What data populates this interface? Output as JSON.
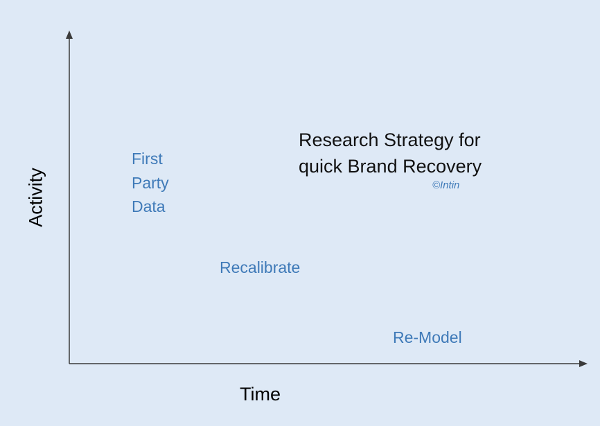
{
  "title": {
    "line1": "Research Strategy for",
    "line2": "quick Brand Recovery"
  },
  "copyright": "©Intin",
  "axes": {
    "y_label": "Activity",
    "x_label": "Time"
  },
  "labels": {
    "first_party": [
      "First",
      "Party",
      "Data"
    ],
    "recalibrate": "Recalibrate",
    "remodel": "Re-Model"
  },
  "colors": {
    "background": "#dee9f6",
    "accent": "#3f7ab8",
    "axis": "#3a3a3a"
  }
}
